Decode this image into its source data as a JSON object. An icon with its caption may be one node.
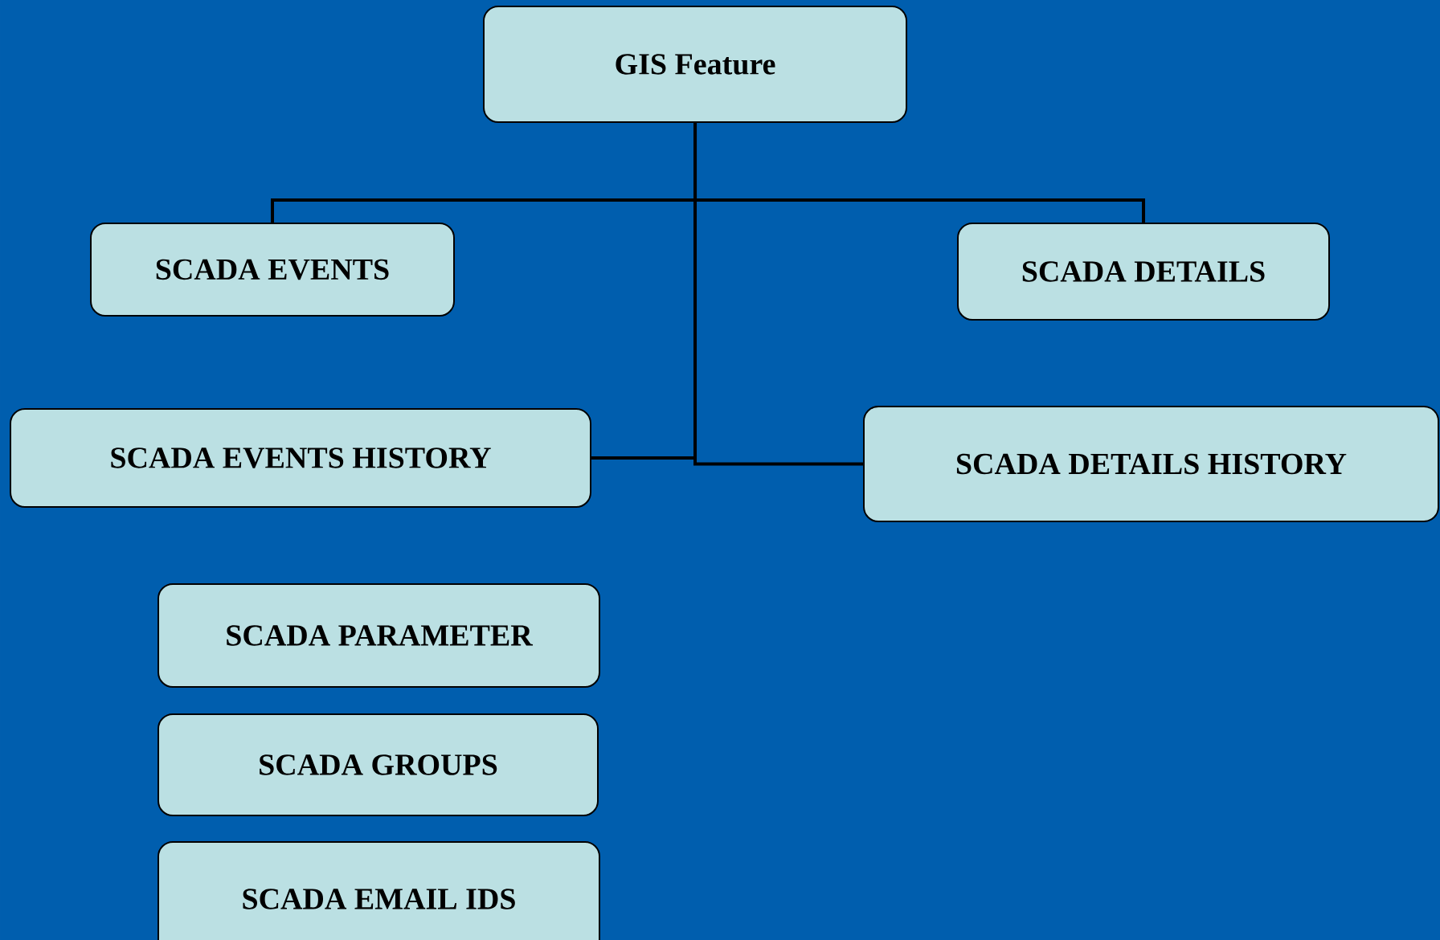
{
  "diagram": {
    "nodes": [
      {
        "text": [
          "GIS Feature"
        ]
      },
      {
        "text": [
          "SCADA EVENTS"
        ]
      },
      {
        "text": [
          "SCADA DETAILS"
        ]
      },
      {
        "text": [
          "SCADA EVENTS HISTORY"
        ]
      },
      {
        "text": [
          "SCADA DETAILS HISTORY"
        ]
      },
      {
        "text": [
          "SCADA PARAMETER"
        ]
      },
      {
        "text": [
          "SCADA GROUPS"
        ]
      },
      {
        "text": [
          "SCADA EMAIL IDS"
        ]
      }
    ],
    "edges": [
      {
        "from": 0,
        "to": 1,
        "arrow": "none"
      },
      {
        "from": 0,
        "to": 2,
        "arrow": "none"
      },
      {
        "from": 0,
        "to": 3,
        "arrow": "none"
      },
      {
        "from": 0,
        "to": 4,
        "arrow": "none"
      }
    ]
  }
}
